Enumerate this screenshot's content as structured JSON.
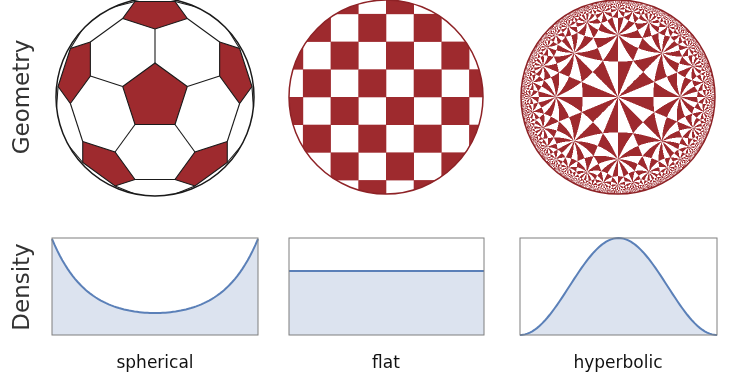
{
  "diagram": {
    "labels": [
      "Geometry",
      "Density",
      "spherical",
      "flat",
      "hyperbolic"
    ]
  }
}
